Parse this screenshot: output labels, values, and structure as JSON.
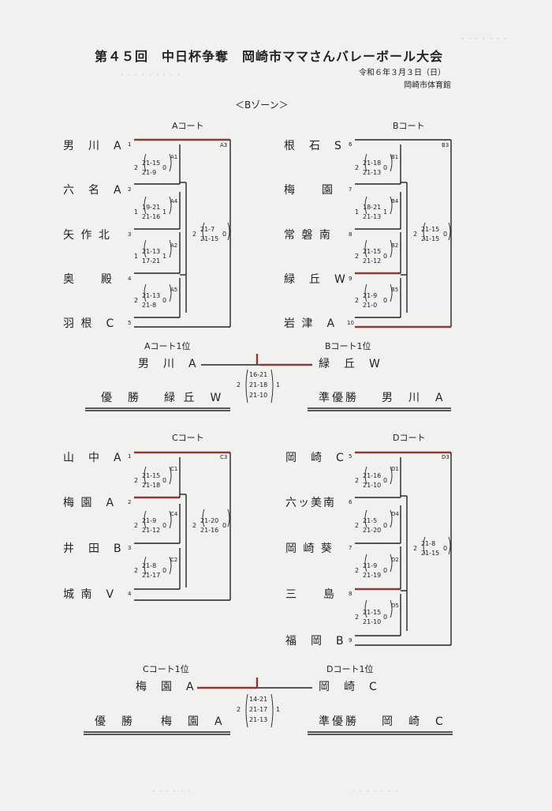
{
  "header": {
    "title": "第４５回　中日杯争奪　岡崎市ママさんバレーボール大会",
    "date": "令和６年３月３日（日）",
    "venue": "岡崎市体育館",
    "zone": "＜Bゾーン＞"
  },
  "courts": {
    "A": {
      "label": "Aコート",
      "teams": [
        "男　川　A",
        "六　名　A",
        "矢 作 北",
        "奥　　殿",
        "羽 根　C"
      ],
      "seeds": [
        "1",
        "2",
        "3",
        "4",
        "5"
      ],
      "m1": {
        "id": "A1",
        "l": "2",
        "r": "0",
        "s": [
          "21-15",
          "21-9"
        ]
      },
      "m2": {
        "id": "A4",
        "l": "1",
        "r": "1",
        "s": [
          "19-21",
          "21-16"
        ]
      },
      "m3": {
        "id": "A2",
        "l": "1",
        "r": "1",
        "s": [
          "21-13",
          "17-21"
        ]
      },
      "m4": {
        "id": "A5",
        "l": "2",
        "r": "0",
        "s": [
          "21-13",
          "21-8"
        ]
      },
      "m5": {
        "id": "",
        "l": "2",
        "r": "0",
        "s": [
          "21-7",
          "21-15"
        ]
      },
      "final_id": "A3"
    },
    "B": {
      "label": "Bコート",
      "teams": [
        "根　石　S",
        "梅　　園",
        "常 磐 南",
        "緑　丘　W",
        "岩 津　A"
      ],
      "seeds": [
        "6",
        "7",
        "8",
        "9",
        "10"
      ],
      "m1": {
        "id": "B1",
        "l": "2",
        "r": "0",
        "s": [
          "21-18",
          "21-13"
        ]
      },
      "m2": {
        "id": "B4",
        "l": "1",
        "r": "1",
        "s": [
          "18-21",
          "21-13"
        ]
      },
      "m3": {
        "id": "B2",
        "l": "2",
        "r": "0",
        "s": [
          "21-15",
          "21-12"
        ]
      },
      "m4": {
        "id": "B5",
        "l": "2",
        "r": "0",
        "s": [
          "21-9",
          "21-0"
        ]
      },
      "m5": {
        "id": "",
        "l": "2",
        "r": "0",
        "s": [
          "21-15",
          "21-15"
        ]
      },
      "final_id": "B3"
    },
    "C": {
      "label": "Cコート",
      "teams": [
        "山　中　A",
        "梅 園　A",
        "井　田　B",
        "城 南　V"
      ],
      "seeds": [
        "1",
        "2",
        "3",
        "4"
      ],
      "m1": {
        "id": "C1",
        "l": "2",
        "r": "0",
        "s": [
          "21-15",
          "21-18"
        ]
      },
      "m2": {
        "id": "C4",
        "l": "2",
        "r": "0",
        "s": [
          "21-9",
          "21-12"
        ]
      },
      "m3": {
        "id": "C2",
        "l": "2",
        "r": "0",
        "s": [
          "21-8",
          "21-17"
        ]
      },
      "m5": {
        "id": "",
        "l": "2",
        "r": "0",
        "s": [
          "21-20",
          "21-16"
        ]
      },
      "final_id": "C3"
    },
    "D": {
      "label": "Dコート",
      "teams": [
        "岡　崎　C",
        "六ッ美南",
        "岡 崎 葵",
        "三　　島",
        "福　岡　B"
      ],
      "seeds": [
        "5",
        "6",
        "7",
        "8",
        "9"
      ],
      "m1": {
        "id": "D1",
        "l": "2",
        "r": "0",
        "s": [
          "21-16",
          "21-10"
        ]
      },
      "m2": {
        "id": "D4",
        "l": "2",
        "r": "0",
        "s": [
          "21-5",
          "21-20"
        ]
      },
      "m3": {
        "id": "D2",
        "l": "2",
        "r": "0",
        "s": [
          "21-9",
          "21-19"
        ]
      },
      "m4": {
        "id": "D5",
        "l": "2",
        "r": "0",
        "s": [
          "21-15",
          "21-10"
        ]
      },
      "m5": {
        "id": "",
        "l": "2",
        "r": "0",
        "s": [
          "21-8",
          "21-15"
        ]
      },
      "final_id": "D3"
    }
  },
  "final1": {
    "left_label": "Aコート1位",
    "right_label": "Bコート1位",
    "left_team": "男　川　A",
    "right_team": "緑　丘　W",
    "l": "2",
    "r": "1",
    "s": [
      "16-21",
      "21-18",
      "21-10"
    ],
    "champ_label": "優　勝",
    "champ": "緑 丘　W",
    "runner_label": "準優勝",
    "runner": "男　川　A"
  },
  "final2": {
    "left_label": "Cコート1位",
    "right_label": "Dコート1位",
    "left_team": "梅　園　A",
    "right_team": "岡　崎　C",
    "l": "2",
    "r": "1",
    "s": [
      "14-21",
      "21-17",
      "21-13"
    ],
    "champ_label": "優　勝",
    "champ": "梅　園　A",
    "runner_label": "準優勝",
    "runner": "岡　崎　C"
  }
}
